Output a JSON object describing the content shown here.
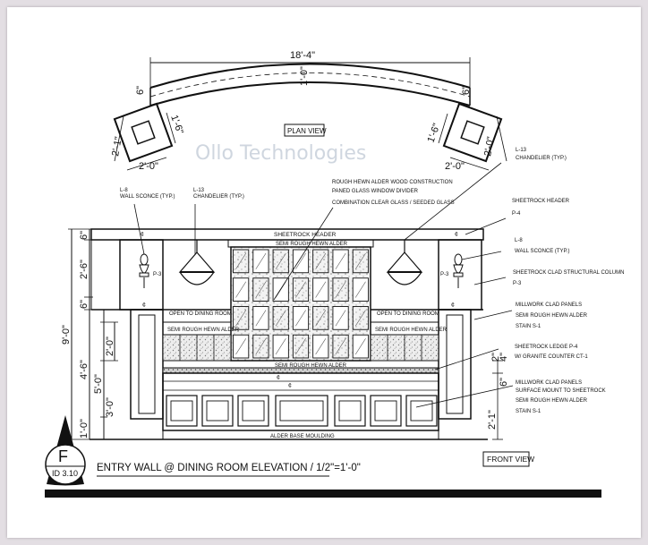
{
  "watermark": "Ollo Technologies",
  "plan": {
    "overall": "18'-4\"",
    "center_depth": "1'-0\"",
    "left_end": "6\"",
    "right_end": "6\"",
    "left_col_depth": "1'-6\"",
    "left_col_side": "2'-1\"",
    "left_col_width": "2'-0\"",
    "right_col_depth": "1'-6\"",
    "right_col_side": "2'-0\"",
    "right_col_width": "2'-0\"",
    "label": "PLAN VIEW"
  },
  "notes": {
    "sconce_left": [
      "L-8",
      "WALL SCONCE (TYP.)"
    ],
    "chandelier_left": [
      "L-13",
      "CHANDELIER (TYP.)"
    ],
    "construction": [
      "ROUGH HEWN ALDER WOOD CONSTRUCTION",
      "PANED GLASS WINDOW DIVIDER",
      "COMBINATION CLEAR GLASS / SEEDED GLASS"
    ],
    "chandelier_right": [
      "L-13",
      "CHANDELIER (TYP.)"
    ],
    "sheetrock_header": [
      "SHEETROCK HEADER",
      "P-4"
    ],
    "sconce_right": [
      "L-8",
      "WALL SCONCE (TYP.)"
    ],
    "structural_column": [
      "SHEETROCK CLAD STRUCTURAL COLUMN",
      "P-3"
    ],
    "millwork_upper": [
      "MILLWORK CLAD PANELS",
      "SEMI ROUGH HEWN ALDER",
      "STAIN S-1"
    ],
    "ledge": [
      "SHEETROCK LEDGE P-4",
      "W/ GRANITE COUNTER CT-1"
    ],
    "millwork_lower": [
      "MILLWORK CLAD PANELS",
      "SURFACE MOUNT TO SHEETROCK",
      "SEMI ROUGH HEWN ALDER",
      "STAIN S-1"
    ]
  },
  "inline": {
    "header": "SHEETROCK HEADER",
    "header_beam": "SEMI ROUGH HEWN ALDER",
    "p3_left": "P-3",
    "p3_right": "P-3",
    "open_left": "OPEN TO DINING ROOM",
    "open_right": "OPEN TO DINING ROOM",
    "band_left": "SEMI ROUGH HEWN ALDER",
    "band_right": "SEMI ROUGH HEWN ALDER",
    "ledge_beam": "SEMI ROUGH HEWN ALDER",
    "baseboard": "ALDER BASE MOULDING",
    "cl_top_left": "¢",
    "cl_top_right": "¢",
    "cl_mid_left": "¢",
    "cl_mid_right": "¢",
    "cl_ledge": "¢",
    "cl_base": "¢"
  },
  "dims": {
    "overall_height": "9'-0\"",
    "header": "6\"",
    "upper": "2'-6\"",
    "mid": "6\"",
    "window": "2'-0\"",
    "lower": "4'-6\"",
    "five": "5'-0\"",
    "three": "3'-0\"",
    "base": "1'-0\"",
    "ledge_top": "4\"",
    "ledge_thk": "2\"",
    "ledge_under": "6\"",
    "right_base": "2'-1\""
  },
  "callout": {
    "letter": "F",
    "sheet": "ID 3.10"
  },
  "title": "ENTRY WALL @ DINING ROOM ELEVATION / 1/2\"=1'-0\"",
  "front_view": "FRONT VIEW"
}
